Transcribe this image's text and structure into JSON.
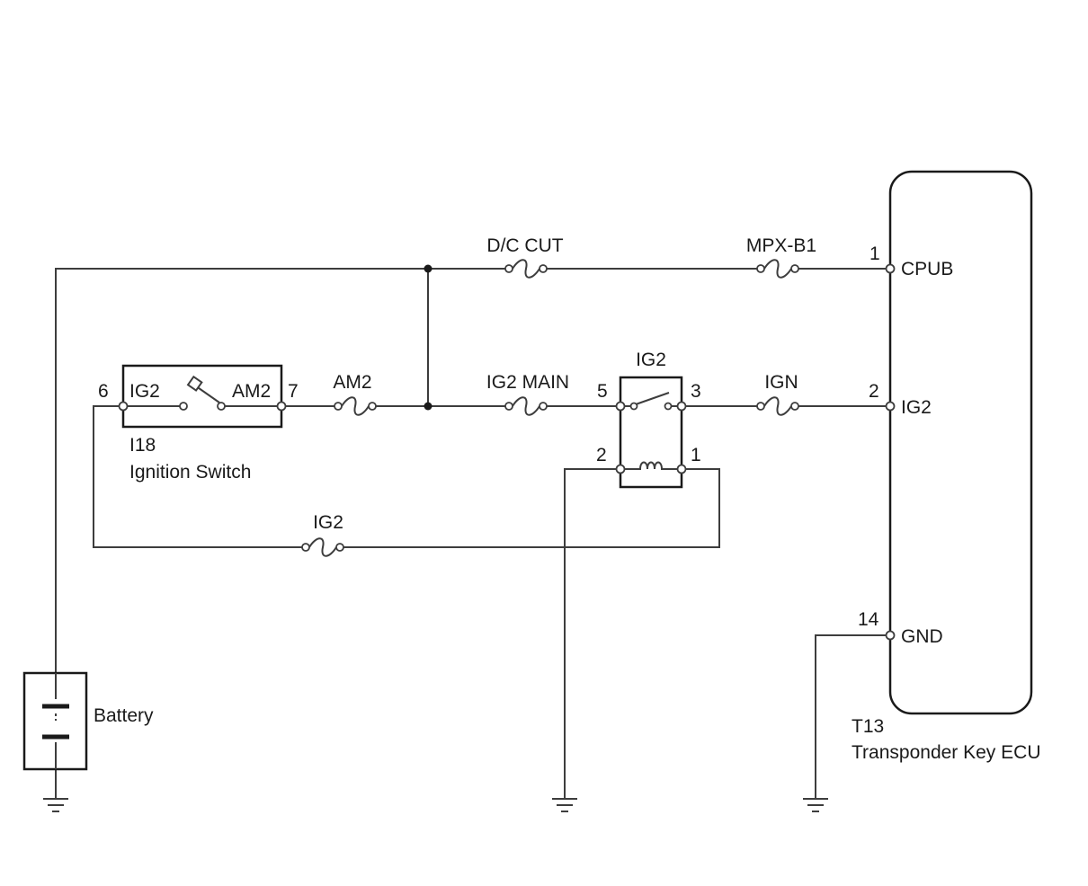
{
  "colors": {
    "wire": "#3d3d3d",
    "outline": "#1a1a1a",
    "background": "#ffffff"
  },
  "fuses": {
    "dc_cut": "D/C CUT",
    "mpx_b1": "MPX-B1",
    "am2": "AM2",
    "ig2_main": "IG2 MAIN",
    "ign": "IGN",
    "ig2_lower": "IG2"
  },
  "relay": {
    "label": "IG2",
    "pin5": "5",
    "pin3": "3",
    "pin2": "2",
    "pin1": "1"
  },
  "ignition_switch": {
    "pin6": "6",
    "pin7": "7",
    "ig2_terminal": "IG2",
    "am2_terminal": "AM2",
    "code": "I18",
    "name": "Ignition Switch"
  },
  "battery": {
    "name": "Battery"
  },
  "ecu": {
    "code": "T13",
    "name": "Transponder Key ECU",
    "pins": [
      {
        "number": "1",
        "name": "CPUB"
      },
      {
        "number": "2",
        "name": "IG2"
      },
      {
        "number": "14",
        "name": "GND"
      }
    ]
  }
}
